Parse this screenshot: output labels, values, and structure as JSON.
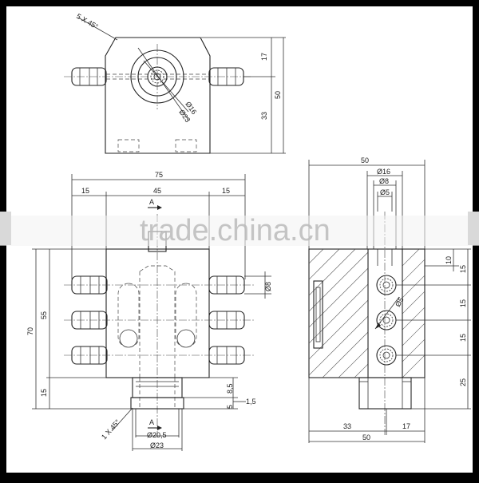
{
  "watermark": "trade.china.cn",
  "top_view": {
    "chamfer": "5 X 45°",
    "dim_17": "17",
    "dim_33": "33",
    "dim_50": "50",
    "dia_16": "Ø16",
    "dia_23": "Ø23"
  },
  "front_view": {
    "dim_75": "75",
    "dim_15_left": "15",
    "dim_45": "45",
    "dim_15_right": "15",
    "section_top": "A",
    "section_bottom": "A",
    "dim_55": "55",
    "dim_70": "70",
    "dim_15_bottom": "15",
    "dia_8": "Ø8",
    "dim_8_5": "8,5",
    "dim_5": "5",
    "dim_1_5": "1,5",
    "chamfer": "1 X 45°",
    "dia_20_5": "Ø20,5",
    "dia_23": "Ø23"
  },
  "side_view": {
    "dim_50_top": "50",
    "dia_16": "Ø16",
    "dia_8": "Ø8",
    "dia_5_top": "Ø5",
    "dim_10": "10",
    "dim_15_a": "15",
    "dim_15_b": "15",
    "dim_15_c": "15",
    "dia_5_side": "Ø5",
    "dim_25": "25",
    "dim_33": "33",
    "dim_17": "17",
    "dim_50_bottom": "50"
  }
}
